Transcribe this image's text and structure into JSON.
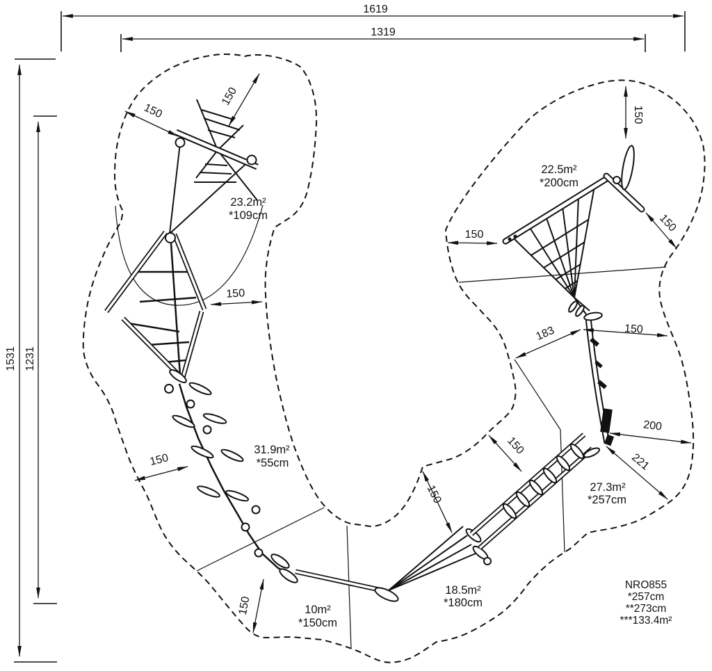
{
  "drawing": {
    "overall": {
      "outer_width": "1619",
      "inner_width": "1319",
      "outer_height": "1531",
      "inner_height": "1231"
    },
    "clearances": {
      "d150": "150",
      "d183": "183",
      "d200": "200",
      "d221": "221"
    },
    "zones": {
      "spider_net": {
        "area": "23.2m²",
        "height": "*109cm"
      },
      "fan_net": {
        "area": "22.5m²",
        "height": "*200cm"
      },
      "log_trail": {
        "area": "31.9m²",
        "height": "*55cm"
      },
      "balance_beam": {
        "area": "10m²",
        "height": "*150cm"
      },
      "net_bridge": {
        "area": "18.5m²",
        "height": "*180cm"
      },
      "climbing_wall": {
        "area": "27.3m²",
        "height": "*257cm"
      }
    },
    "product": {
      "code": "NRO855",
      "max_height": "*257cm",
      "fall_height": "**273cm",
      "safety_area": "***133.4m²"
    }
  }
}
